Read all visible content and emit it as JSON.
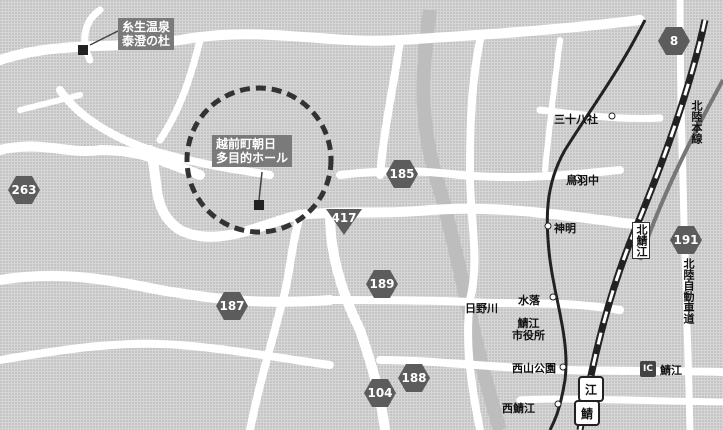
{
  "poi": {
    "onsen_label": "糸生温泉\n泰澄の杜",
    "hall_label": "越前町朝日\n多目的ホール"
  },
  "places": {
    "sanjuhassha": "三十八社",
    "torihanaka": "鳥羽中",
    "shinmei": "神明",
    "hinogawa": "日野川",
    "mizuochi": "水落",
    "sabae_city_hall": "鯖江\n市役所",
    "nishiyama_park": "西山公園",
    "nishi_sabae": "西鯖江",
    "ic": "IC",
    "sabae": "鯖江"
  },
  "lines": {
    "hokuriku_main": "北陸本線",
    "kita_sabae": "北鯖江",
    "hokuriku_expressway": "北陸自動車道"
  },
  "routes": {
    "r8": "8",
    "r263": "263",
    "r185": "185",
    "r417": "417",
    "r191": "191",
    "r189": "189",
    "r187": "187",
    "r188": "188",
    "r104": "104"
  },
  "station_box": {
    "a": "江",
    "b": "鯖"
  },
  "colors": {
    "land": "#d9d9d9",
    "road": "#ffffff",
    "shield": "#5c5c5c",
    "callout": "#7a7a7a",
    "circle": "#333333",
    "rail": "#222222"
  }
}
